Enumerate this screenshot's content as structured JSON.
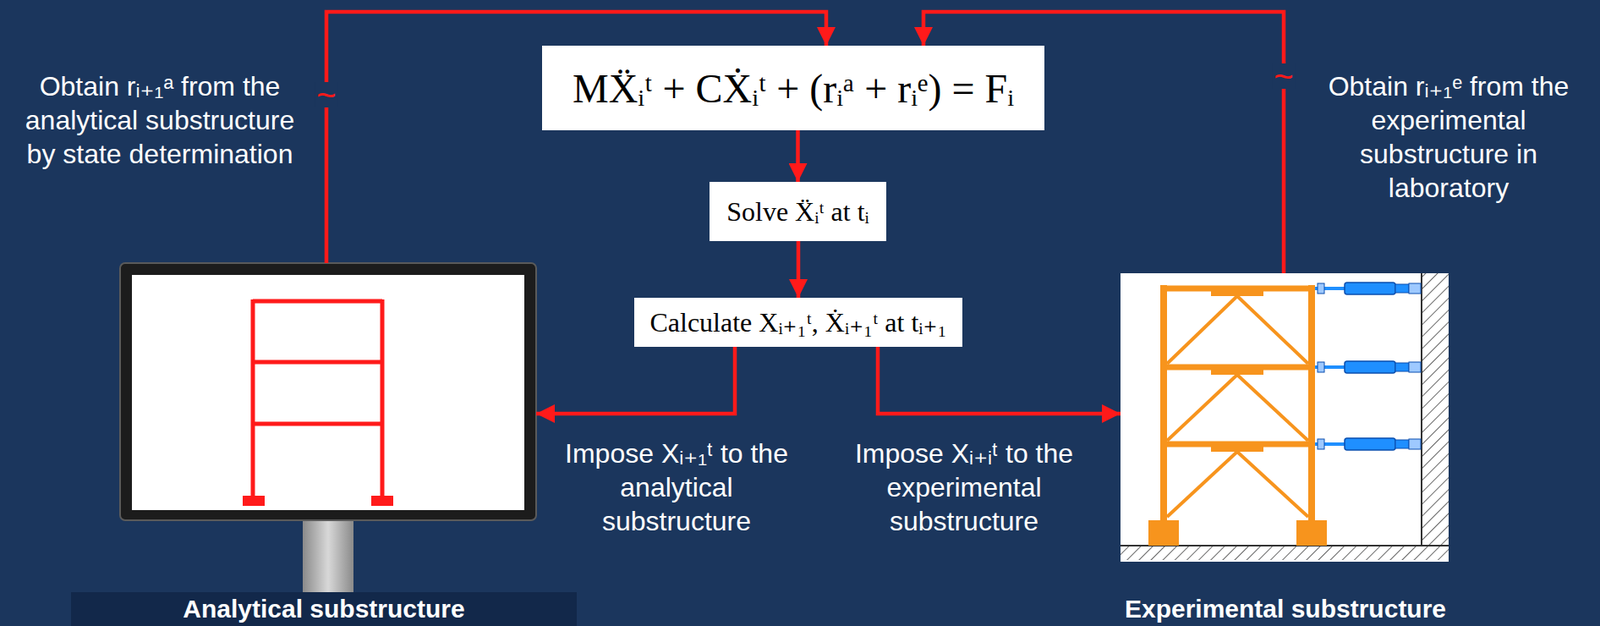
{
  "diagram": {
    "nodes": [
      {
        "text": [
          "MẌᵢᵗ + CẊᵢᵗ + (rᵢᵃ + rᵢᵉ) = Fᵢ"
        ]
      },
      {
        "text": [
          "Solve Ẍᵢᵗ at tᵢ"
        ]
      },
      {
        "text": [
          "Calculate Xᵢ₊₁ᵗ, Ẋᵢ₊₁ᵗ at tᵢ₊₁"
        ]
      },
      {
        "text": [
          "Analytical substructure"
        ]
      },
      {
        "text": [
          "Experimental substructure"
        ]
      }
    ],
    "edges": [
      {
        "from": 0,
        "to": 1,
        "arrow": "to"
      },
      {
        "from": 1,
        "to": 2,
        "arrow": "to"
      },
      {
        "from": 2,
        "to": 3,
        "arrow": "to",
        "label": "Impose Xᵢ₊₁ᵗ to the analytical substructure"
      },
      {
        "from": 2,
        "to": 4,
        "arrow": "to",
        "label": "Impose Xᵢ₊ᵢᵗ to the experimental substructure"
      },
      {
        "from": 3,
        "to": 0,
        "arrow": "to",
        "label": "Obtain rᵢ₊₁ᵃ from the analytical substructure by state determination"
      },
      {
        "from": 4,
        "to": 0,
        "arrow": "to",
        "label": "Obtain rᵢ₊₁ᵉ from the experimental substructure in laboratory"
      }
    ],
    "labels": [
      "~",
      "~"
    ]
  }
}
